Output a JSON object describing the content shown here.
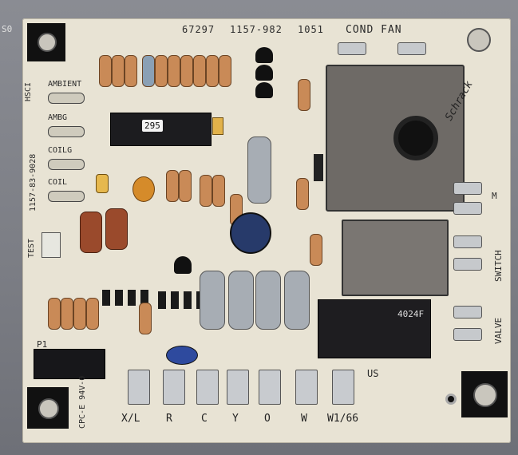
{
  "photo": {
    "header": {
      "part_code": "67297",
      "model": "1157-982",
      "rev": "1051",
      "cond_fan": "COND FAN"
    },
    "corner_text": "S0",
    "left_labels": [
      "HSCI",
      "AMBIENT",
      "AMBG",
      "COILG",
      "COIL",
      "TEST"
    ],
    "side_part_number": "1157-83-9028",
    "ic_label": "295",
    "right_labels": [
      "M",
      "SWITCH",
      "VALVE"
    ],
    "relay_brand": "Schrack",
    "relay_small_text": "4024F",
    "bottom_terminals": [
      "X/L",
      "R",
      "C",
      "Y",
      "O",
      "W",
      "W1/66"
    ],
    "connector_label": "P1",
    "cert_mark": "US",
    "board_code": "CPC-E 94V-0",
    "colors": {
      "board": "#e8e3d4",
      "mount_pad": "#111111",
      "relay_housing": "#1e1d20"
    }
  }
}
